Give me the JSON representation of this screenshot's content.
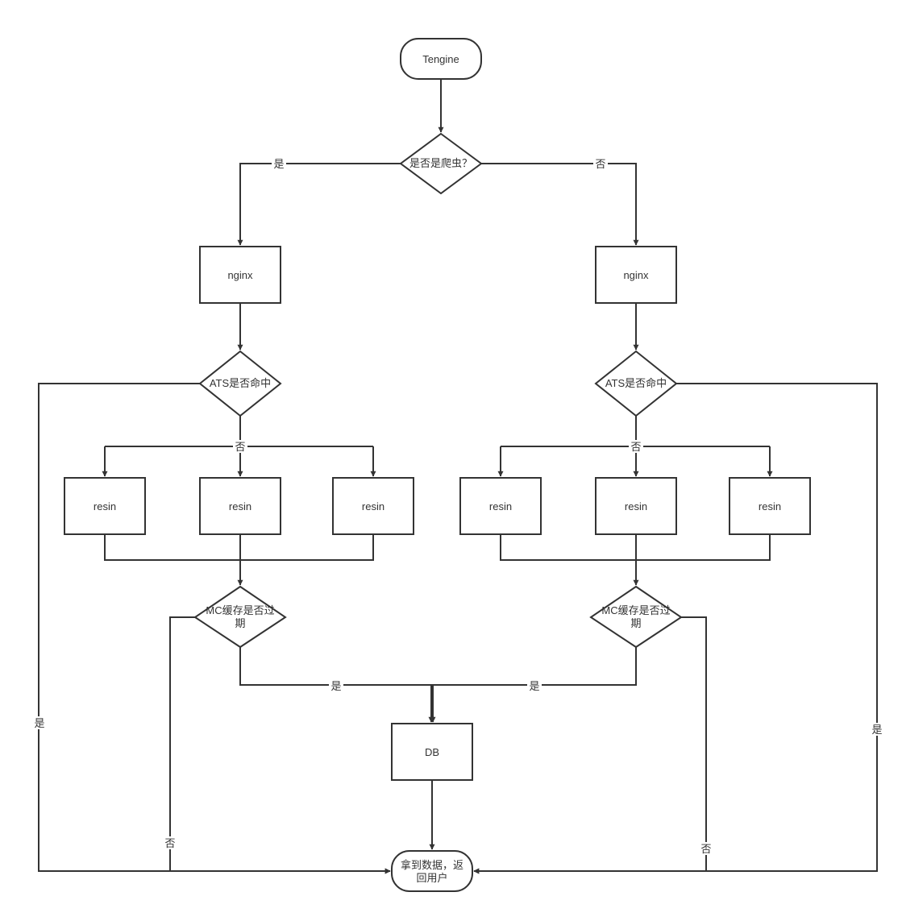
{
  "diagram": {
    "stroke_color": "#333333",
    "fill_color": "#ffffff",
    "nodes": {
      "tengine": "Tengine",
      "is_crawler": "是否是爬虫？",
      "nginx_left": "nginx",
      "nginx_right": "nginx",
      "ats_left": "ATS是否命中",
      "ats_right": "ATS是否命中",
      "resin_l1": "resin",
      "resin_l2": "resin",
      "resin_l3": "resin",
      "resin_r1": "resin",
      "resin_r2": "resin",
      "resin_r3": "resin",
      "mc_left_line1": "MC缓存是否过",
      "mc_left_line2": "期",
      "mc_right_line1": "MC缓存是否过",
      "mc_right_line2": "期",
      "db": "DB",
      "result_line1": "拿到数据，返",
      "result_line2": "回用户"
    },
    "edge_labels": {
      "crawler_yes": "是",
      "crawler_no": "否",
      "ats_left_no": "否",
      "ats_right_no": "否",
      "ats_left_yes": "是",
      "ats_right_yes": "是",
      "mc_left_yes": "是",
      "mc_right_yes": "是",
      "mc_left_no": "否",
      "mc_right_no": "否"
    }
  }
}
